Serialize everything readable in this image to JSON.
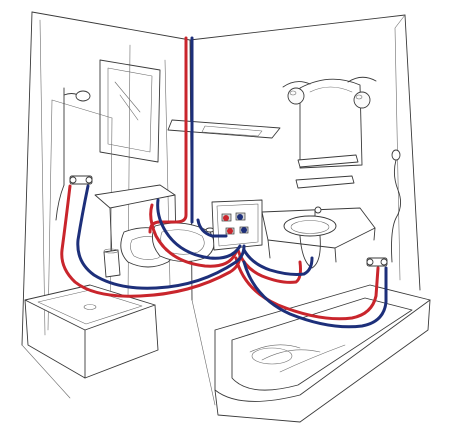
{
  "diagram": {
    "type": "bathroom plumbing isometric illustration",
    "colors": {
      "hot_water_pipe": "#c9252c",
      "cold_water_pipe": "#1d2f7a",
      "line_art": "#3a3a3a",
      "background": "#ffffff"
    },
    "fixtures": [
      "shower-tray",
      "shower-head",
      "shower-mixer",
      "wall-hung-toilet",
      "bidet",
      "waste-bin",
      "washbasin",
      "mirror",
      "wall-lamp",
      "glass-shelf",
      "towel-shelf",
      "bathtub",
      "bath-mixer",
      "hand-shower",
      "distribution-manifold"
    ]
  }
}
